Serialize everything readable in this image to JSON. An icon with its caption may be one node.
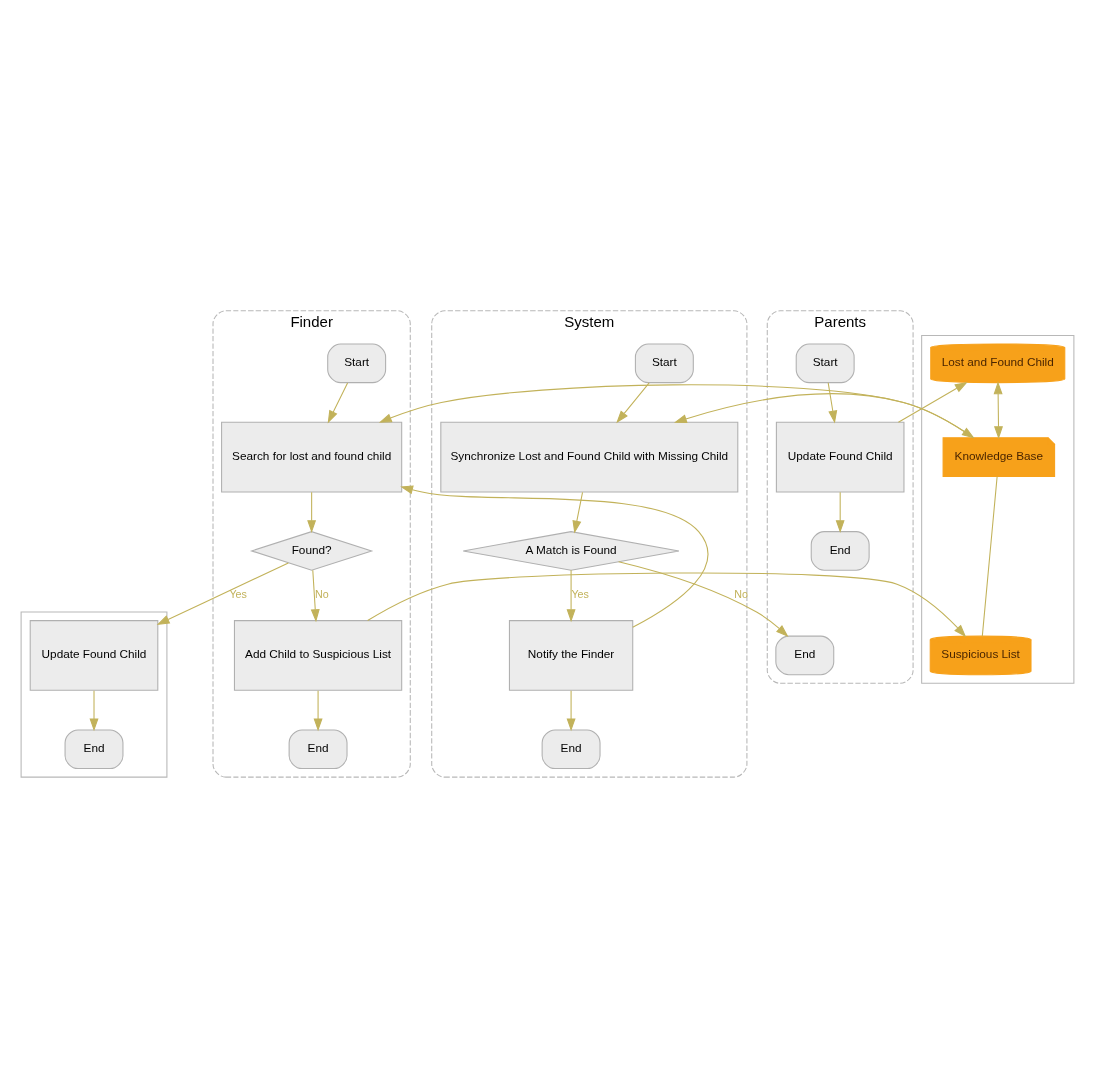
{
  "diagram": {
    "nodes": [
      {
        "text": [],
        "shape": "box"
      },
      {
        "text": [
          "Finder"
        ]
      },
      {
        "text": [],
        "shape": "box"
      },
      {
        "text": [
          "Parents"
        ]
      },
      {
        "text": [
          "System"
        ]
      },
      {
        "text": [
          "Start"
        ],
        "in": 1
      },
      {
        "text": [
          "Search for lost and found child"
        ],
        "in": 1
      },
      {
        "text": [
          "Found?"
        ],
        "in": 1
      },
      {
        "text": [
          "Add Child to Suspicious List"
        ],
        "in": 1
      },
      {
        "text": [
          "End"
        ],
        "in": 1
      },
      {
        "text": [
          "Update Found Child"
        ],
        "in": 0
      },
      {
        "text": [
          "End"
        ],
        "in": 0
      },
      {
        "text": [
          "Lost and Found Child"
        ],
        "in": 2
      },
      {
        "text": [
          "Knowledge Base"
        ],
        "in": 2
      },
      {
        "text": [
          "Suspicious List"
        ],
        "in": 2
      },
      {
        "text": [
          "Start"
        ],
        "in": 3
      },
      {
        "text": [
          "Update Found Child"
        ],
        "in": 3
      },
      {
        "text": [
          "End"
        ],
        "in": 3
      },
      {
        "text": [
          "End"
        ],
        "in": 3
      },
      {
        "text": [
          "Start"
        ],
        "in": 4
      },
      {
        "text": [
          "Synchronize Lost and Found Child with Missing Child"
        ],
        "in": 4
      },
      {
        "text": [
          "A Match is Found"
        ],
        "in": 4
      },
      {
        "text": [
          "Notify the Finder"
        ],
        "in": 4
      },
      {
        "text": [
          "End"
        ],
        "in": 4
      }
    ],
    "edges": [
      {
        "from": 5,
        "to": 6,
        "arrow": "to"
      },
      {
        "from": 6,
        "to": 7,
        "arrow": "to"
      },
      {
        "from": 7,
        "to": 10,
        "arrow": "to",
        "label": "Yes"
      },
      {
        "from": 7,
        "to": 8,
        "arrow": "to",
        "label": "No"
      },
      {
        "from": 8,
        "to": 14,
        "arrow": "to"
      },
      {
        "from": 8,
        "to": 9,
        "arrow": "to"
      },
      {
        "from": 10,
        "to": 11,
        "arrow": "to"
      },
      {
        "from": 6,
        "to": 13,
        "arrow": "both"
      },
      {
        "from": 12,
        "to": 13,
        "arrow": "both"
      },
      {
        "from": 13,
        "to": 14,
        "arrow": "none"
      },
      {
        "from": 15,
        "to": 16,
        "arrow": "to"
      },
      {
        "from": 16,
        "to": 12,
        "arrow": "to"
      },
      {
        "from": 16,
        "to": 17,
        "arrow": "to"
      },
      {
        "from": 13,
        "to": 20,
        "arrow": "to"
      },
      {
        "from": 19,
        "to": 20,
        "arrow": "to"
      },
      {
        "from": 20,
        "to": 21,
        "arrow": "to"
      },
      {
        "from": 21,
        "to": 18,
        "arrow": "to",
        "label": "No"
      },
      {
        "from": 21,
        "to": 22,
        "arrow": "to",
        "label": "Yes"
      },
      {
        "from": 22,
        "to": 6,
        "arrow": "to"
      },
      {
        "from": 22,
        "to": 23,
        "arrow": "to"
      }
    ]
  }
}
